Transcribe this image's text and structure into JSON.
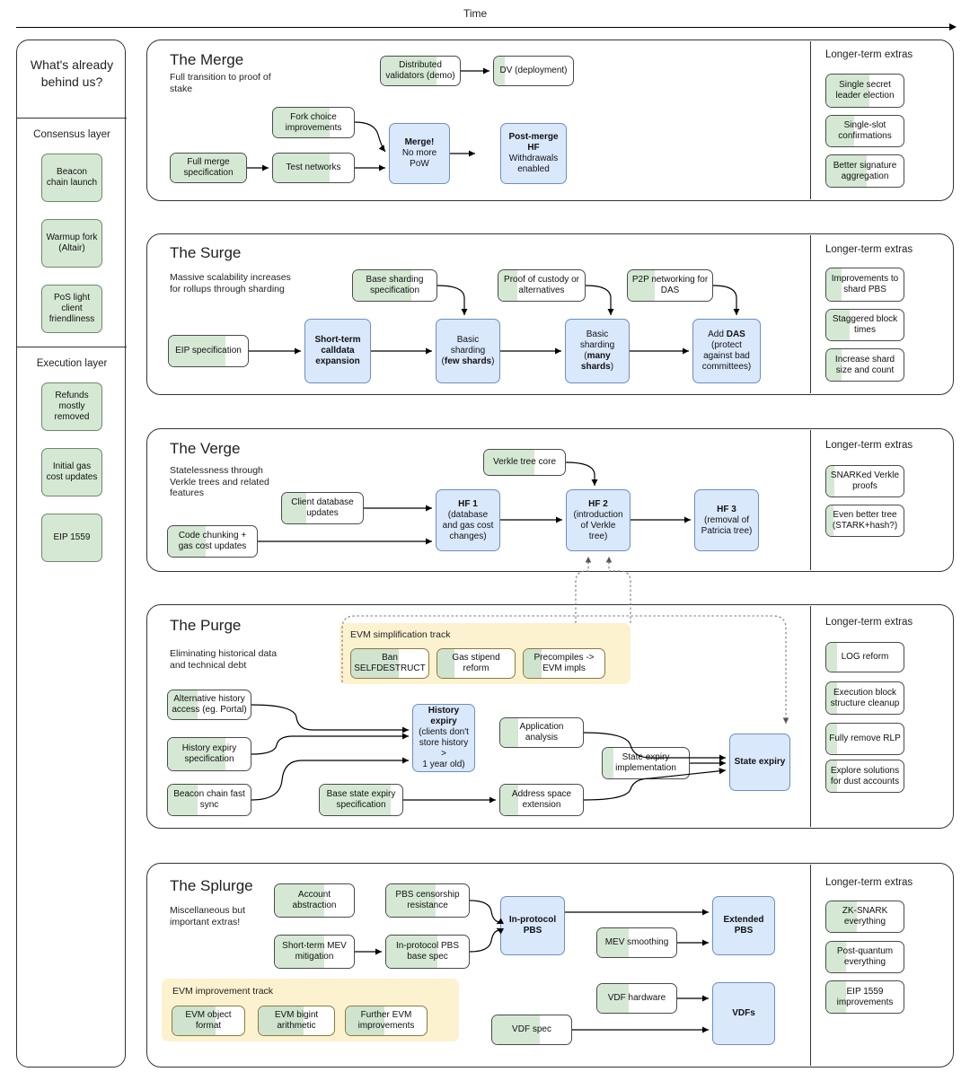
{
  "header": {
    "time_label": "Time"
  },
  "sidebar": {
    "heading": "What's already behind us?",
    "groups": [
      {
        "label": "Consensus layer",
        "items": [
          {
            "label": "Beacon chain launch"
          },
          {
            "label": "Warmup fork (Altair)"
          },
          {
            "label": "PoS light client friendliness"
          }
        ]
      },
      {
        "label": "Execution layer",
        "items": [
          {
            "label": "Refunds mostly removed"
          },
          {
            "label": "Initial gas cost updates"
          },
          {
            "label": "EIP 1559"
          }
        ]
      }
    ]
  },
  "extras_heading": "Longer-term extras",
  "sections": [
    {
      "id": "merge",
      "title": "The Merge",
      "subtitle": "Full transition to proof of stake",
      "nodes": [
        {
          "id": "dv-demo",
          "label": "Distributed validators (demo)",
          "kind": "green",
          "progress": 70
        },
        {
          "id": "dv-deploy",
          "label": "DV (deployment)",
          "kind": "green",
          "progress": 14
        },
        {
          "id": "fork-choice",
          "label": "Fork choice improvements",
          "kind": "green",
          "progress": 70
        },
        {
          "id": "full-merge-spec",
          "label": "Full merge specification",
          "kind": "green",
          "progress": 100
        },
        {
          "id": "test-networks",
          "label": "Test networks",
          "kind": "green",
          "progress": 70
        },
        {
          "id": "merge",
          "label": "Merge! No more PoW",
          "kind": "blue"
        },
        {
          "id": "post-merge-hf",
          "label": "Post-merge HF Withdrawals enabled",
          "kind": "blue"
        }
      ],
      "extras": [
        {
          "label": "Single secret leader election",
          "progress": 56
        },
        {
          "label": "Single-slot confirmations",
          "progress": 36
        },
        {
          "label": "Better signature aggregation",
          "progress": 52
        }
      ]
    },
    {
      "id": "surge",
      "title": "The Surge",
      "subtitle": "Massive scalability increases for rollups through sharding",
      "nodes": [
        {
          "id": "base-sharding-spec",
          "label": "Base sharding specification",
          "kind": "green",
          "progress": 70
        },
        {
          "id": "proof-of-custody",
          "label": "Proof of custody or alternatives",
          "kind": "green",
          "progress": 22
        },
        {
          "id": "p2p-das",
          "label": "P2P networking for DAS",
          "kind": "green",
          "progress": 32
        },
        {
          "id": "eip-spec",
          "label": "EIP specification",
          "kind": "green",
          "progress": 72
        },
        {
          "id": "short-term-calldata",
          "label": "Short-term calldata expansion",
          "kind": "blue"
        },
        {
          "id": "basic-sharding-few",
          "label": "Basic sharding (few shards)",
          "kind": "blue"
        },
        {
          "id": "basic-sharding-many",
          "label": "Basic sharding (many shards)",
          "kind": "blue"
        },
        {
          "id": "add-das",
          "label": "Add DAS (protect against bad committees)",
          "kind": "blue"
        }
      ],
      "extras": [
        {
          "label": "Improvements to shard PBS",
          "progress": 20
        },
        {
          "label": "Staggered block times",
          "progress": 30
        },
        {
          "label": "Increase shard size and count",
          "progress": 20
        }
      ]
    },
    {
      "id": "verge",
      "title": "The Verge",
      "subtitle": "Statelessness through Verkle trees and related features",
      "nodes": [
        {
          "id": "verkle-tree-core",
          "label": "Verkle tree core",
          "kind": "green",
          "progress": 62
        },
        {
          "id": "client-db-updates",
          "label": "Client database updates",
          "kind": "green",
          "progress": 30
        },
        {
          "id": "code-chunking",
          "label": "Code chunking + gas cost updates",
          "kind": "green",
          "progress": 42
        },
        {
          "id": "hf1",
          "label": "HF 1 (database and gas cost changes)",
          "kind": "blue"
        },
        {
          "id": "hf2",
          "label": "HF 2 (introduction of Verkle tree)",
          "kind": "blue"
        },
        {
          "id": "hf3",
          "label": "HF 3 (removal of Patricia tree)",
          "kind": "blue"
        }
      ],
      "extras": [
        {
          "label": "SNARKed Verkle proofs",
          "progress": 10
        },
        {
          "label": "Even better tree (STARK+hash?)",
          "progress": 9
        }
      ]
    },
    {
      "id": "purge",
      "title": "The Purge",
      "subtitle": "Eliminating historical data and technical debt",
      "track": {
        "label": "EVM simplification track",
        "nodes": [
          {
            "id": "ban-selfdestruct",
            "label": "Ban SELFDESTRUCT",
            "progress": 62
          },
          {
            "id": "gas-stipend-reform",
            "label": "Gas stipend reform",
            "progress": 22
          },
          {
            "id": "precompiles-evm",
            "label": "Precompiles -> EVM impls",
            "progress": 22
          }
        ]
      },
      "nodes": [
        {
          "id": "alt-history-access",
          "label": "Alternative history access (eg. Portal)",
          "kind": "green",
          "progress": 36
        },
        {
          "id": "history-expiry-spec",
          "label": "History expiry specification",
          "kind": "green",
          "progress": 70
        },
        {
          "id": "beacon-fast-sync",
          "label": "Beacon chain fast sync",
          "kind": "green",
          "progress": 36
        },
        {
          "id": "base-state-expiry-spec",
          "label": "Base state expiry specification",
          "kind": "green",
          "progress": 86
        },
        {
          "id": "history-expiry",
          "label": "History expiry (clients don't store history > 1 year old)",
          "kind": "blue"
        },
        {
          "id": "application-analysis",
          "label": "Application analysis",
          "kind": "green",
          "progress": 22
        },
        {
          "id": "state-expiry-impl",
          "label": "State expiry implementation",
          "kind": "green",
          "progress": 12
        },
        {
          "id": "address-space-ext",
          "label": "Address space extension",
          "kind": "green",
          "progress": 22
        },
        {
          "id": "state-expiry",
          "label": "State expiry",
          "kind": "blue"
        }
      ],
      "extras": [
        {
          "label": "LOG reform",
          "progress": 14
        },
        {
          "label": "Execution block structure cleanup",
          "progress": 14
        },
        {
          "label": "Fully remove RLP",
          "progress": 14
        },
        {
          "label": "Explore solutions for dust accounts",
          "progress": 14
        }
      ]
    },
    {
      "id": "splurge",
      "title": "The Splurge",
      "subtitle": "Miscellaneous but important extras!",
      "track": {
        "label": "EVM improvement track",
        "nodes": [
          {
            "id": "evm-object-format",
            "label": "EVM object format",
            "progress": 60
          },
          {
            "id": "evm-bigint",
            "label": "EVM bigint arithmetic",
            "progress": 60
          },
          {
            "id": "further-evm",
            "label": "Further EVM improvements",
            "progress": 48
          }
        ]
      },
      "nodes": [
        {
          "id": "account-abstraction",
          "label": "Account abstraction",
          "kind": "green",
          "progress": 62
        },
        {
          "id": "pbs-censorship",
          "label": "PBS censorship resistance",
          "kind": "green",
          "progress": 60
        },
        {
          "id": "short-term-mev",
          "label": "Short-term MEV mitigation",
          "kind": "green",
          "progress": 62
        },
        {
          "id": "in-protocol-pbs-spec",
          "label": "In-protocol PBS base spec",
          "kind": "green",
          "progress": 62
        },
        {
          "id": "in-protocol-pbs",
          "label": "In-protocol PBS",
          "kind": "blue"
        },
        {
          "id": "mev-smoothing",
          "label": "MEV smoothing",
          "kind": "green",
          "progress": 40
        },
        {
          "id": "extended-pbs",
          "label": "Extended PBS",
          "kind": "blue"
        },
        {
          "id": "vdf-hardware",
          "label": "VDF hardware",
          "kind": "green",
          "progress": 40
        },
        {
          "id": "vdf-spec",
          "label": "VDF spec",
          "kind": "green",
          "progress": 60
        },
        {
          "id": "vdfs",
          "label": "VDFs",
          "kind": "blue"
        }
      ],
      "extras": [
        {
          "label": "ZK-SNARK everything",
          "progress": 40
        },
        {
          "label": "Post-quantum everything",
          "progress": 26
        },
        {
          "label": "EIP 1559 improvements",
          "progress": 26
        }
      ]
    }
  ],
  "colors": {
    "done_green": "#d5e8d4",
    "pending_blue": "#dae8fc",
    "track_yellow": "#fdf2d0",
    "border": "#333333"
  }
}
